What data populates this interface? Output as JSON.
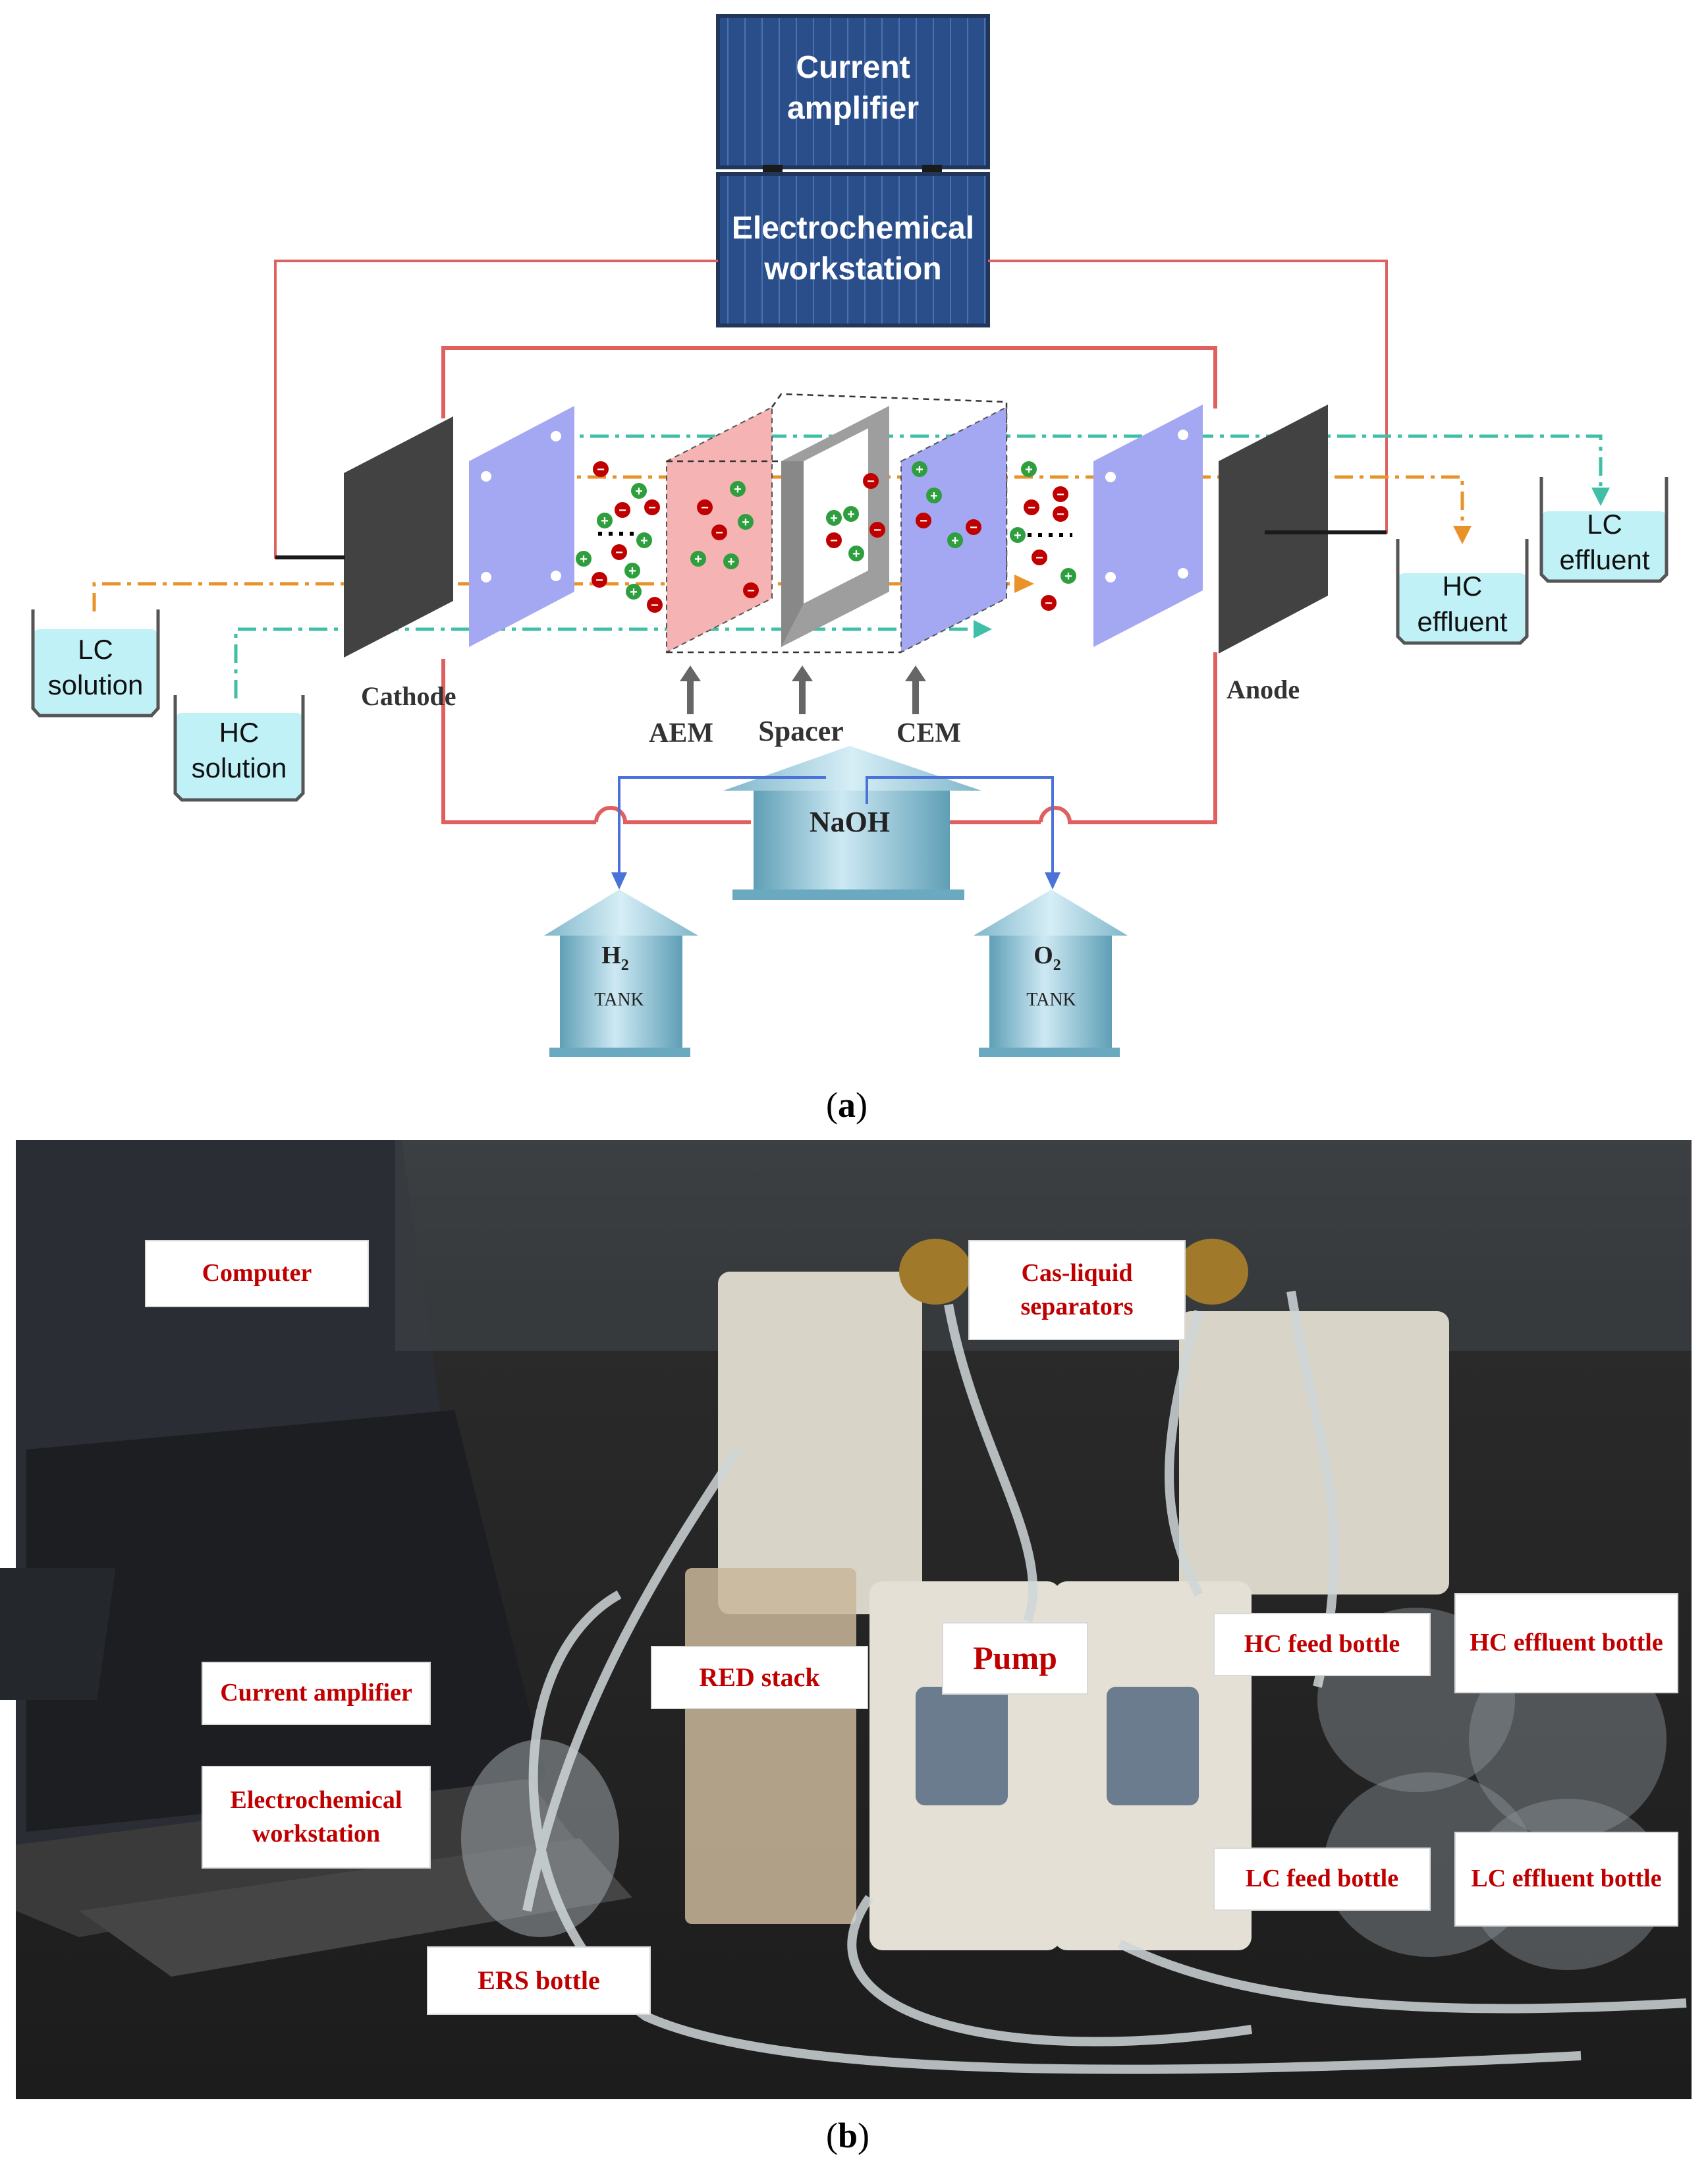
{
  "panel_a": {
    "current_amplifier": [
      "Current",
      "amplifier"
    ],
    "electrochemical_workstation": [
      "Electrochemical",
      "workstation"
    ],
    "cathode": "Cathode",
    "anode": "Anode",
    "aem": "AEM",
    "spacer": "Spacer",
    "cem": "CEM",
    "naoh": "NaOH",
    "h2_tank": {
      "formula": "H",
      "sub": "2",
      "label": "TANK"
    },
    "o2_tank": {
      "formula": "O",
      "sub": "2",
      "label": "TANK"
    },
    "lc_solution": [
      "LC",
      "solution"
    ],
    "hc_solution": [
      "HC",
      "solution"
    ],
    "hc_effluent": [
      "HC",
      "effluent"
    ],
    "lc_effluent": [
      "LC",
      "effluent"
    ],
    "caption": "a"
  },
  "panel_b": {
    "labels": {
      "computer": "Computer",
      "gas_liquid_separators": "Cas-liquid separators",
      "current_amplifier": "Current amplifier",
      "electrochemical_workstation": "Electrochemical workstation",
      "red_stack": "RED stack",
      "pump": "Pump",
      "hc_feed_bottle": "HC feed bottle",
      "hc_effluent_bottle": "HC effluent bottle",
      "lc_feed_bottle": "LC feed bottle",
      "lc_effluent_bottle": "LC effluent bottle",
      "ers_bottle": "ERS bottle"
    },
    "caption": "b"
  },
  "colors": {
    "panel_blue": "#2a4e8a",
    "membrane_blue": "#a4a8f2",
    "aem_pink": "#f5b3b3",
    "electrode_dark": "#424242",
    "wire_red": "#e06060",
    "hc_orange": "#e8922a",
    "lc_teal": "#3fbfa8",
    "solution_cyan": "#bff1f7",
    "tank_blue": "#8fc8dc",
    "anion_red": "#c00000",
    "cation_green": "#2e9e3e",
    "label_red": "#c00000"
  }
}
